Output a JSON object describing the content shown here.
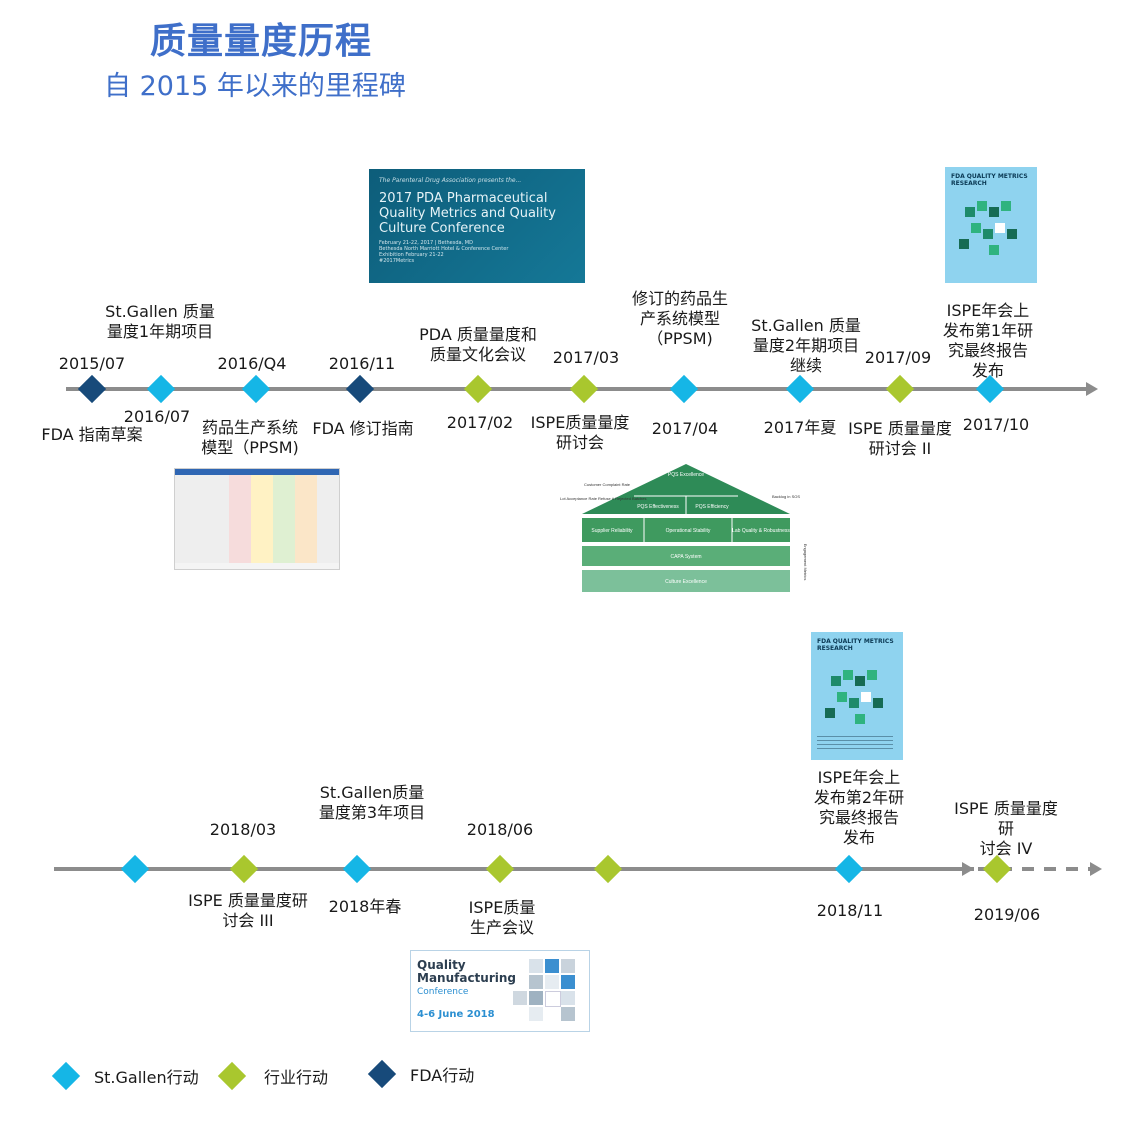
{
  "title": "质量量度历程",
  "subtitle": "自 2015 年以来的里程碑",
  "colors": {
    "st_gallen": "#15b6e6",
    "industry": "#a9c72e",
    "fda": "#174a7a",
    "axis": "#8c8c8c"
  },
  "row1": {
    "dates": [
      "2015/07",
      "2016/07",
      "2016/Q4",
      "2016/11",
      "2017/02",
      "2017/03",
      "2017/04",
      "2017年夏",
      "2017/09",
      "2017/10"
    ],
    "events": [
      "FDA 指南草案",
      "St.Gallen 质量\n量度1年期项目",
      "药品生产系统\n模型（PPSM)",
      "FDA 修订指南",
      "PDA 质量量度和\n质量文化会议",
      "ISPE质量量度\n研讨会",
      "修订的药品生\n产系统模型\n（PPSM)",
      "St.Gallen 质量\n量度2年期项目\n继续",
      "ISPE 质量量度\n研讨会 II",
      "ISPE年会上\n发布第1年研\n究最终报告\n发布"
    ],
    "pda_thumbnail": {
      "small": "The Parenteral Drug Association presents the...",
      "big": "2017 PDA Pharmaceutical\nQuality Metrics and Quality\nCulture Conference",
      "tiny": "February 21-22, 2017 | Bethesda, MD\nBethesda North Marriott Hotel & Conference Center\nExhibition February 21-22\n#2017Metrics"
    },
    "report_thumbnail": {
      "title": "FDA QUALITY METRICS RESEARCH"
    },
    "house_thumbnail": {
      "roof_top": "PQS\nExcellence",
      "pqs_effectiveness": "PQS Effectiveness",
      "pqs_efficiency": "PQS Efficiency",
      "supplier_reliability": "Supplier Reliability",
      "operational_stability": "Operational Stability",
      "lab_quality": "Lab Quality &\nRobustness",
      "capa_system": "CAPA System",
      "culture": "Culture Excellence",
      "left_note1": "Customer Complaint\nRate",
      "left_note2": "Lot Acceptance Rate\nRefuse\n# Rejected Batches",
      "right_note": "Backlog in SOS",
      "side_label": "Engagement Metrics"
    }
  },
  "row2": {
    "dates": [
      "2018/03",
      "2018年春",
      "2018/06",
      "2018/11",
      "2019/06"
    ],
    "events": [
      "ISPE 质量量度研\n讨会 III",
      "St.Gallen质量\n量度第3年项目",
      "ISPE质量\n生产会议",
      "ISPE年会上\n发布第2年研\n究最终报告\n发布",
      "ISPE 质量量度研\n讨会 IV"
    ],
    "report_thumbnail": {
      "title": "FDA QUALITY METRICS RESEARCH"
    },
    "qmc_thumbnail": {
      "line1": "Quality\nManufacturing",
      "line2": "Conference",
      "date": "4-6 June 2018"
    }
  },
  "legend": [
    {
      "label": "St.Gallen行动",
      "kind": "st_gallen"
    },
    {
      "label": "行业行动",
      "kind": "industry"
    },
    {
      "label": "FDA行动",
      "kind": "fda"
    }
  ]
}
